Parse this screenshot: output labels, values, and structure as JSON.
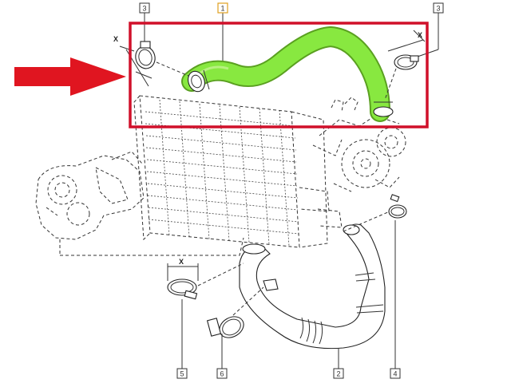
{
  "callouts": {
    "c1": "1",
    "c2": "2",
    "c3_left": "3",
    "c3_right": "3",
    "c4": "4",
    "c5": "5",
    "c6": "6"
  },
  "dimension_labels": {
    "x_left": "X",
    "x_right": "X",
    "x_bottom": "X"
  },
  "colors": {
    "highlight_hose": "#88e840",
    "hose_outline": "#5aa020",
    "frame": "#d0102a",
    "arrow": "#e01520",
    "callout_1_border": "#e0a020"
  },
  "icons": {
    "pointer": "right-arrow-icon"
  }
}
